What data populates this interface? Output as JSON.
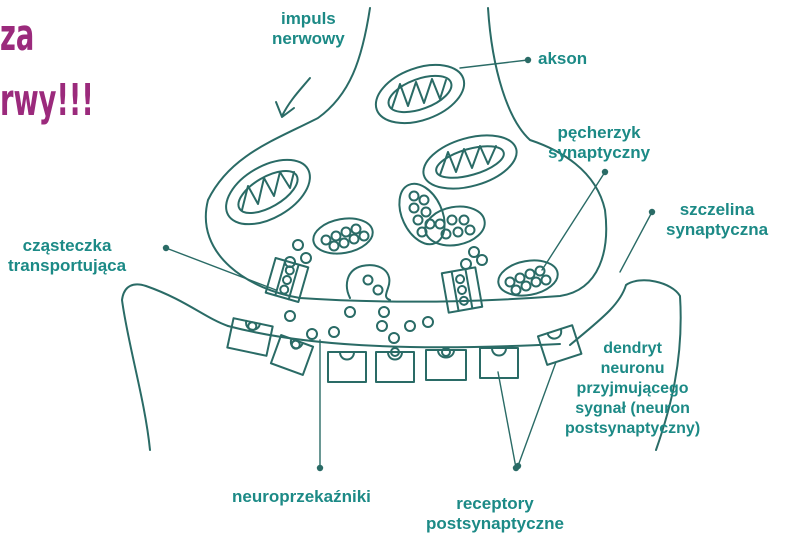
{
  "heading": {
    "line1": "za",
    "line2": "rwy!!!",
    "color": "#9b2a7c"
  },
  "colors": {
    "label": "#1c8a86",
    "stroke": "#2a6b66",
    "heading": "#9b2a7c"
  },
  "labels": {
    "impulse": [
      "impuls",
      "nerwowy"
    ],
    "axon": "akson",
    "vesicle": [
      "pęcherzyk",
      "synaptyczny"
    ],
    "cleft": [
      "szczelina",
      "synaptyczna"
    ],
    "transporter": [
      "cząsteczka",
      "transportująca"
    ],
    "dendrite": [
      "dendryt",
      "neuronu",
      "przyjmującego",
      "sygnał (neuron",
      "postsynaptyczny)"
    ],
    "neurotransmitters": "neuroprzekaźniki",
    "receptors": [
      "receptory",
      "postsynaptyczne"
    ]
  }
}
